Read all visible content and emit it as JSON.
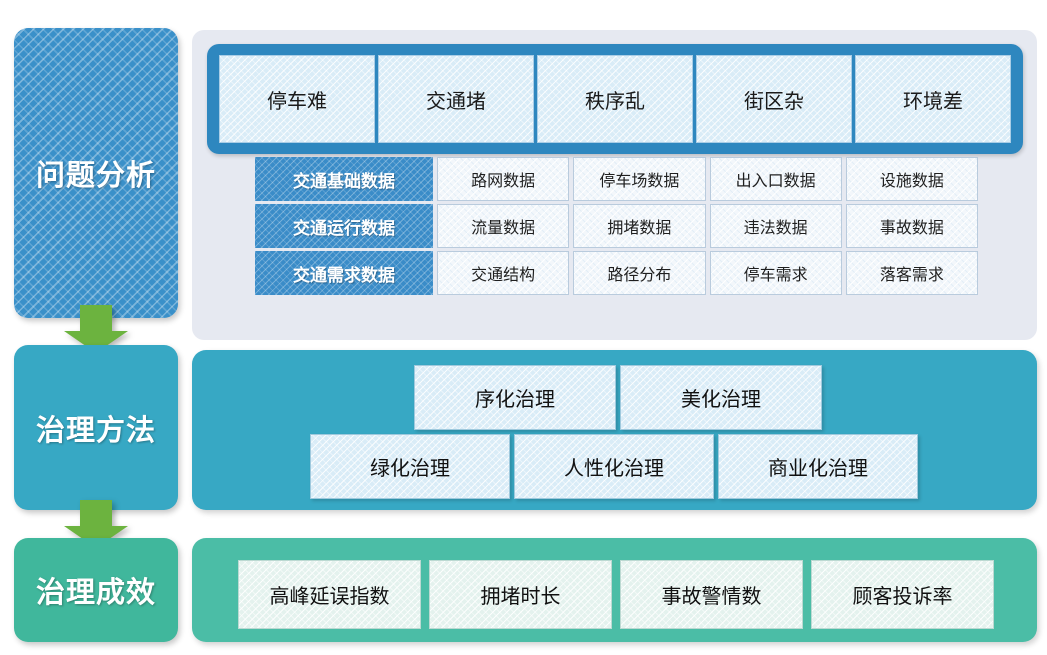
{
  "stages": [
    {
      "key": "problem",
      "label": "问题分析",
      "color": "#3a90c9"
    },
    {
      "key": "method",
      "label": "治理方法",
      "color": "#37a8c4"
    },
    {
      "key": "effect",
      "label": "治理成效",
      "color": "#40b79c"
    }
  ],
  "arrows": [
    {
      "name": "arrow-problem-to-method",
      "color": "#6cb33f"
    },
    {
      "name": "arrow-method-to-effect",
      "color": "#6cb33f"
    }
  ],
  "problem": {
    "issues": [
      "停车难",
      "交通堵",
      "秩序乱",
      "街区杂",
      "环境差"
    ],
    "issues_bar_color": "#2e87bf",
    "panel_color": "#e6e9f1",
    "data_rows": [
      {
        "label": "交通基础数据",
        "cells": [
          "路网数据",
          "停车场数据",
          "出入口数据",
          "设施数据"
        ]
      },
      {
        "label": "交通运行数据",
        "cells": [
          "流量数据",
          "拥堵数据",
          "违法数据",
          "事故数据"
        ]
      },
      {
        "label": "交通需求数据",
        "cells": [
          "交通结构",
          "路径分布",
          "停车需求",
          "落客需求"
        ]
      }
    ]
  },
  "method": {
    "panel_color": "#37a8c4",
    "row_top": [
      "序化治理",
      "美化治理"
    ],
    "row_bottom": [
      "绿化治理",
      "人性化治理",
      "商业化治理"
    ]
  },
  "effect": {
    "panel_color": "#4bbda6",
    "items": [
      "高峰延误指数",
      "拥堵时长",
      "事故警情数",
      "顾客投诉率"
    ]
  }
}
